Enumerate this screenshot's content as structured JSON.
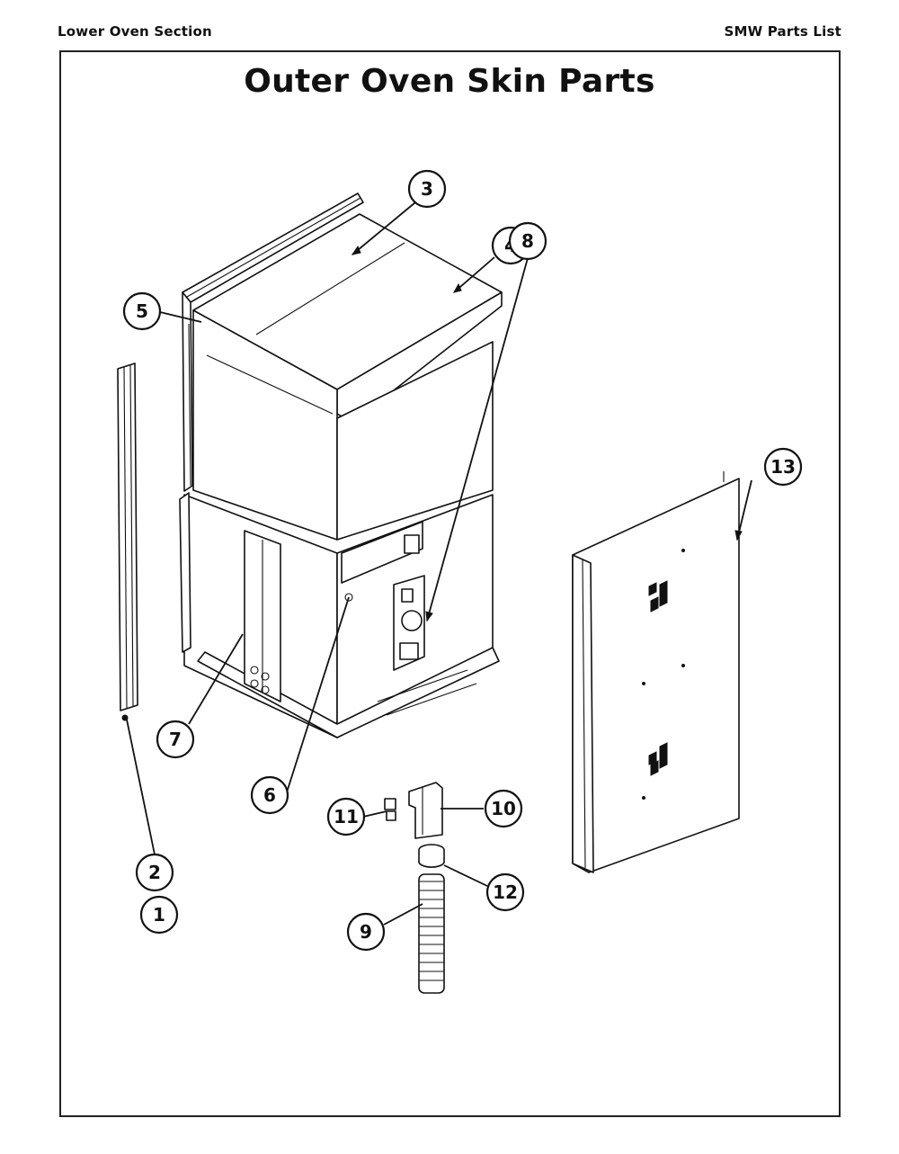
{
  "header": {
    "section_label": "Lower Oven Section",
    "list_label": "SMW Parts List"
  },
  "diagram": {
    "title": "Outer Oven Skin Parts",
    "callouts": [
      {
        "id": "1",
        "label": "1"
      },
      {
        "id": "2",
        "label": "2"
      },
      {
        "id": "3",
        "label": "3"
      },
      {
        "id": "4",
        "label": "4"
      },
      {
        "id": "5",
        "label": "5"
      },
      {
        "id": "6",
        "label": "6"
      },
      {
        "id": "7",
        "label": "7"
      },
      {
        "id": "8",
        "label": "8"
      },
      {
        "id": "9",
        "label": "9"
      },
      {
        "id": "10",
        "label": "10"
      },
      {
        "id": "11",
        "label": "11"
      },
      {
        "id": "12",
        "label": "12"
      },
      {
        "id": "13",
        "label": "13"
      }
    ]
  }
}
